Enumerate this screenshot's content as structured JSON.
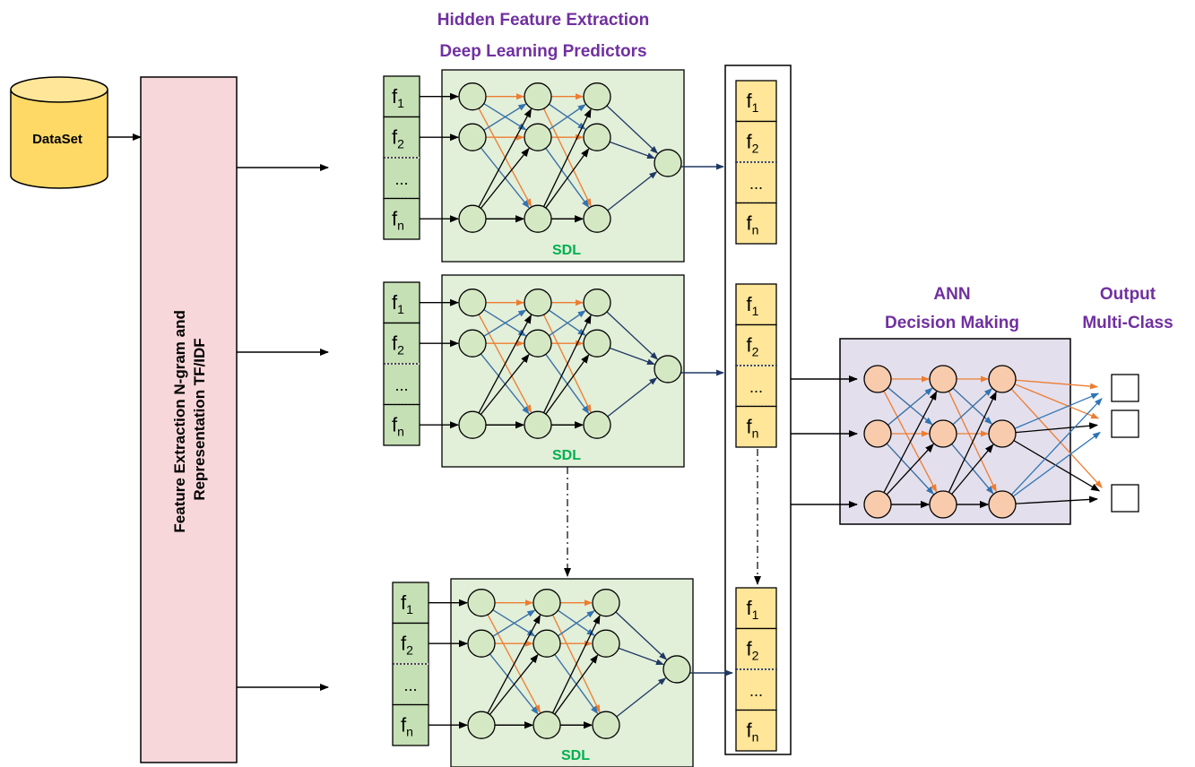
{
  "dataset": {
    "label": "DataSet"
  },
  "feature_extraction": {
    "line1": "Feature Extraction N-gram and",
    "line2": "Representation TF/IDF"
  },
  "hidden": {
    "line1": "Hidden Feature Extraction",
    "line2": "Deep Learning Predictors"
  },
  "sdl": {
    "label": "SDL"
  },
  "features": {
    "f1": {
      "base": "f",
      "sub": "1"
    },
    "f2": {
      "base": "f",
      "sub": "2"
    },
    "dots": "...",
    "fn": {
      "base": "f",
      "sub": "n"
    }
  },
  "ann": {
    "line1": "ANN",
    "line2": "Decision Making"
  },
  "output": {
    "line1": "Output",
    "line2": "Multi-Class"
  },
  "colors": {
    "title_purple": "#7030A0",
    "sdl_green": "#00B050",
    "feature_green": "#C5E0B4",
    "feature_yellow": "#FFE699",
    "cylinder_yellow": "#FFD966",
    "feature_pink": "#F8D7DA",
    "ann_purple": "#E4DFEC",
    "node_peach": "#F8CBAD",
    "node_green": "#D5E8C4",
    "edge_orange": "#ED7D31",
    "edge_blue": "#2E75B6",
    "edge_navy": "#1F3864"
  }
}
